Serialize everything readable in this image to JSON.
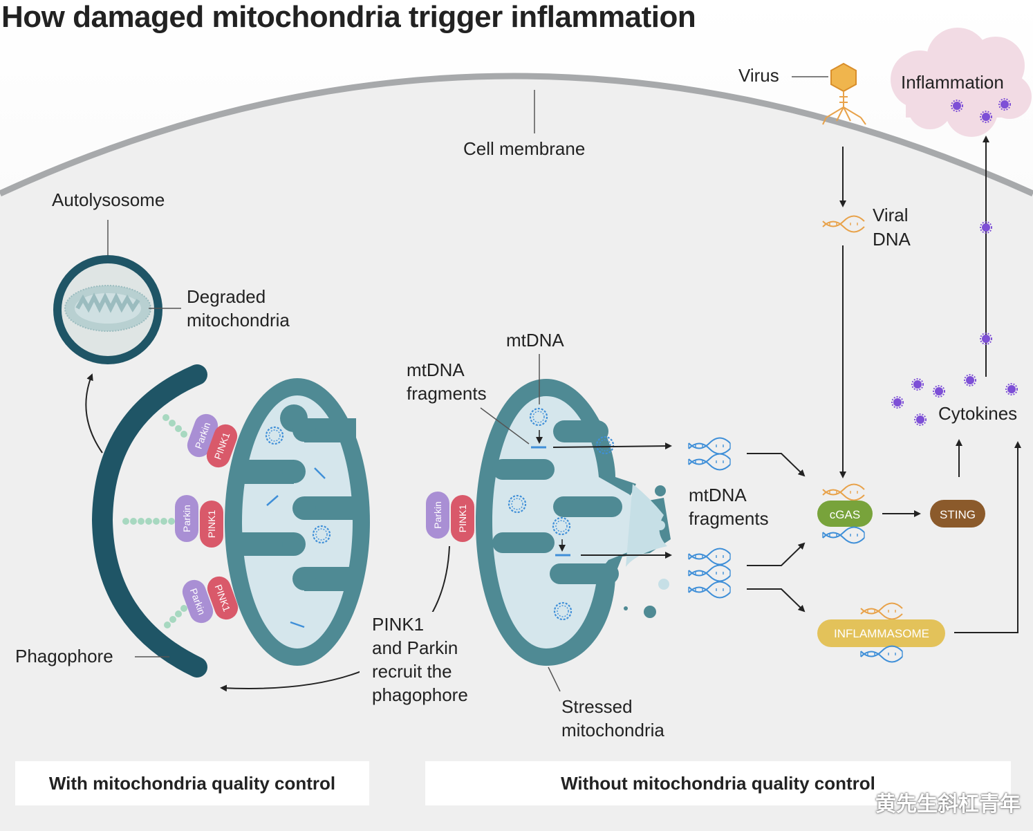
{
  "title": "How damaged mitochondria trigger inflammation",
  "labels": {
    "cell_membrane": "Cell membrane",
    "virus": "Virus",
    "inflammation": "Inflammation",
    "viral_dna_1": "Viral",
    "viral_dna_2": "DNA",
    "autolysosome": "Autolysosome",
    "degraded_1": "Degraded",
    "degraded_2": "mitochondria",
    "mtdna": "mtDNA",
    "mtdna_frag_a1": "mtDNA",
    "mtdna_frag_a2": "fragments",
    "mtdna_frag_b1": "mtDNA",
    "mtdna_frag_b2": "fragments",
    "cytokines": "Cytokines",
    "phagophore": "Phagophore",
    "pink_recruit_1": "PINK1",
    "pink_recruit_2": "and Parkin",
    "pink_recruit_3": "recruit the",
    "pink_recruit_4": "phagophore",
    "stressed_1": "Stressed",
    "stressed_2": "mitochondria",
    "parkin": "Parkin",
    "pink1": "PINK1",
    "cgas": "cGAS",
    "sting": "STING",
    "inflammasome": "INFLAMMASOME"
  },
  "panels": {
    "left": "With mitochondria quality control",
    "right": "Without mitochondria quality control"
  },
  "watermark": "黄先生斜杠青年",
  "colors": {
    "membrane": "#a7a9ab",
    "mito_outer": "#4f8a94",
    "mito_inner": "#d5e6ec",
    "phagophore": "#1f5566",
    "parkin": "#a98fd4",
    "pink1": "#d9596a",
    "cgas": "#78a33b",
    "sting": "#8b5a2b",
    "inflammasome": "#e3c25a",
    "cytokine": "#7d4fd6",
    "cloud": "#f2dbe4",
    "dna_blue": "#3f8fd8",
    "dna_orange": "#e8a24a"
  }
}
